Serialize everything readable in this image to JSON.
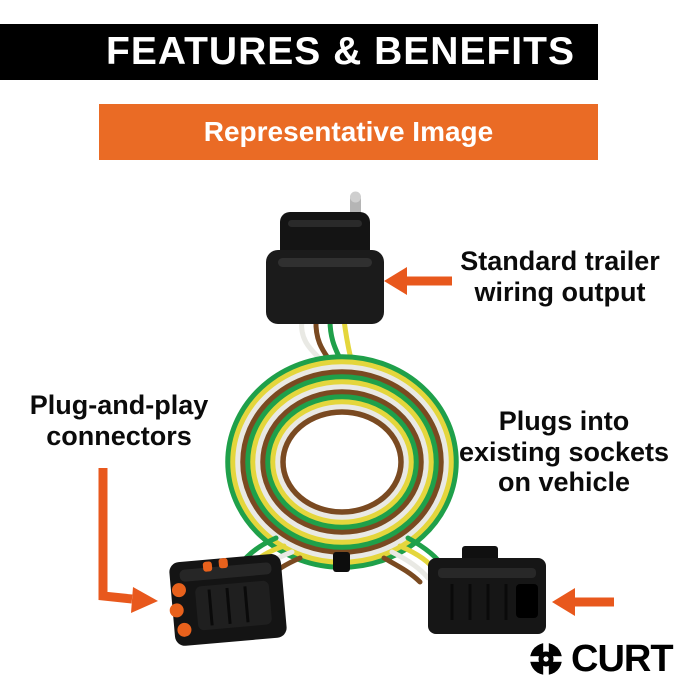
{
  "header": {
    "title": "FEATURES & BENEFITS"
  },
  "subheader": {
    "title": "Representative Image"
  },
  "callouts": {
    "top": {
      "lines": [
        "Standard trailer",
        "wiring output"
      ]
    },
    "left": {
      "lines": [
        "Plug-and-play",
        "connectors"
      ]
    },
    "right": {
      "lines": [
        "Plugs into",
        "existing sockets",
        "on vehicle"
      ]
    }
  },
  "logo": {
    "text": "CURT"
  },
  "colors": {
    "accent_orange": "#EA6B25",
    "arrow_orange": "#E8581D",
    "connector_black": "#161616",
    "wire_green": "#1FA04A",
    "wire_yellow": "#E4D63C",
    "wire_white": "#E9E9E4",
    "wire_brown": "#7A4A21",
    "seal_orange": "#E8611C"
  }
}
